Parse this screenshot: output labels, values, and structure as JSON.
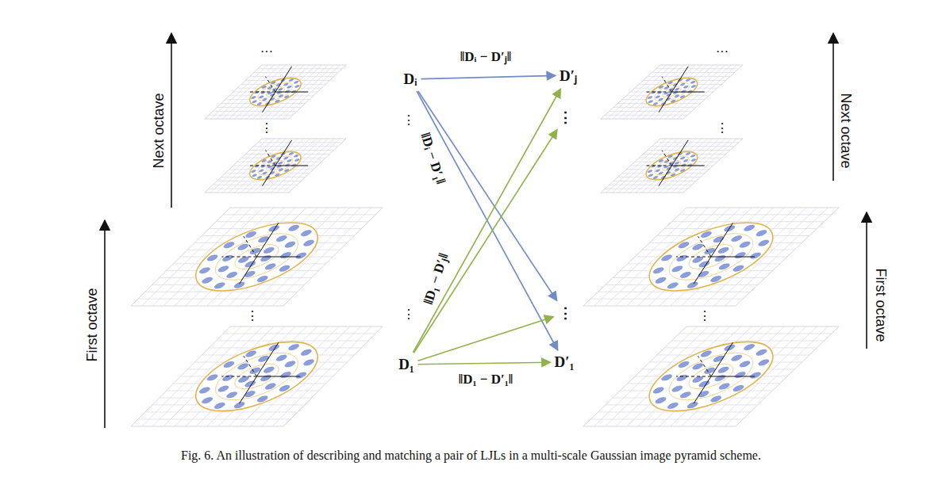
{
  "diagram": {
    "caption": "Fig. 6. An illustration of describing and matching a pair of LJLs in a multi-scale Gaussian image pyramid scheme.",
    "nodes": [
      {
        "text": [
          "Dᵢ"
        ]
      },
      {
        "text": [
          "D₁"
        ]
      },
      {
        "text": [
          "D′ⱼ"
        ]
      },
      {
        "text": [
          "⋮"
        ]
      },
      {
        "text": [
          "⋮"
        ]
      },
      {
        "text": [
          "D′₁"
        ]
      }
    ],
    "edges": [
      {
        "from": 0,
        "to": 2,
        "arrow": "to",
        "label": "‖Dᵢ − D′ⱼ‖"
      },
      {
        "from": 0,
        "to": 4,
        "arrow": "to"
      },
      {
        "from": 0,
        "to": 5,
        "arrow": "to",
        "label": "‖Dᵢ − D′₁‖"
      },
      {
        "from": 1,
        "to": 2,
        "arrow": "to",
        "label": "‖D₁ − D′ⱼ‖"
      },
      {
        "from": 1,
        "to": 3,
        "arrow": "to"
      },
      {
        "from": 1,
        "to": 4,
        "arrow": "to"
      },
      {
        "from": 1,
        "to": 5,
        "arrow": "to",
        "label": "‖D₁ − D′₁‖"
      }
    ],
    "labels": [
      "···",
      "⋮",
      "⋮",
      "Next octave",
      "First octave",
      "⋮",
      "⋮",
      "···",
      "⋮",
      "⋮",
      "Next octave",
      "First octave"
    ]
  }
}
